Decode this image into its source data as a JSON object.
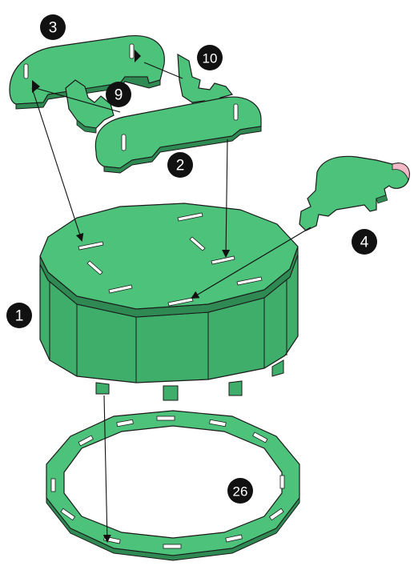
{
  "colors": {
    "part_fill": "#3fae6a",
    "part_face": "#4cc27b",
    "part_dark": "#2e8a52",
    "outline": "#1a1a1a",
    "slot": "#ffffff",
    "badge": "#111111",
    "accent_pink": "#f2b8c6"
  },
  "parts": [
    {
      "id": "cylinder-body",
      "label": "1"
    },
    {
      "id": "side-panel-front",
      "label": "2"
    },
    {
      "id": "side-panel-back",
      "label": "3"
    },
    {
      "id": "turtle-piece",
      "label": "4"
    },
    {
      "id": "bracket-left",
      "label": "9"
    },
    {
      "id": "bracket-right",
      "label": "10"
    },
    {
      "id": "base-ring",
      "label": "26"
    }
  ]
}
